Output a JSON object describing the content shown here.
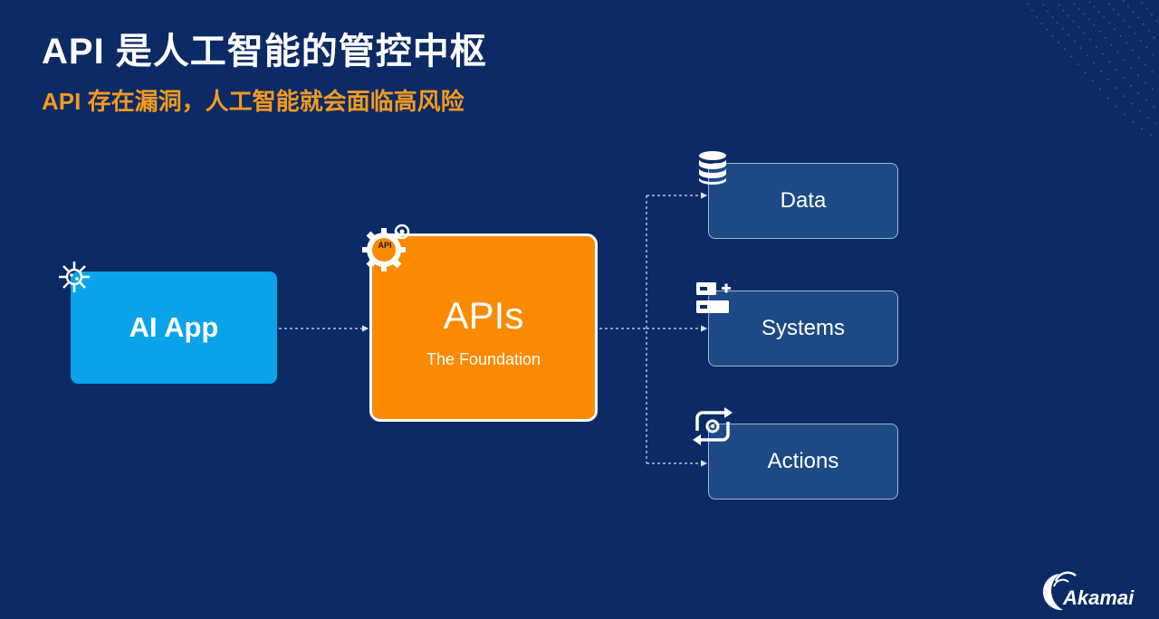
{
  "slide": {
    "title": "API 是人工智能的管控中枢",
    "subtitle": "API 存在漏洞，人工智能就会面临高风险"
  },
  "diagram": {
    "ai_app": {
      "label": "AI App",
      "icon": "virus-icon"
    },
    "apis": {
      "label": "APIs",
      "sublabel": "The Foundation",
      "icon": "api-gear-icon",
      "icon_label": "API"
    },
    "targets": [
      {
        "label": "Data",
        "icon": "database-icon"
      },
      {
        "label": "Systems",
        "icon": "systems-icon"
      },
      {
        "label": "Actions",
        "icon": "actions-cycle-icon"
      }
    ]
  },
  "brand": {
    "logo_text": "Akamai"
  },
  "colors": {
    "background": "#0b2a66",
    "accent_orange": "#fb8a00",
    "subtitle_orange": "#f39a1e",
    "ai_blue": "#0aa3ea",
    "target_fill": "#1d4a86"
  }
}
